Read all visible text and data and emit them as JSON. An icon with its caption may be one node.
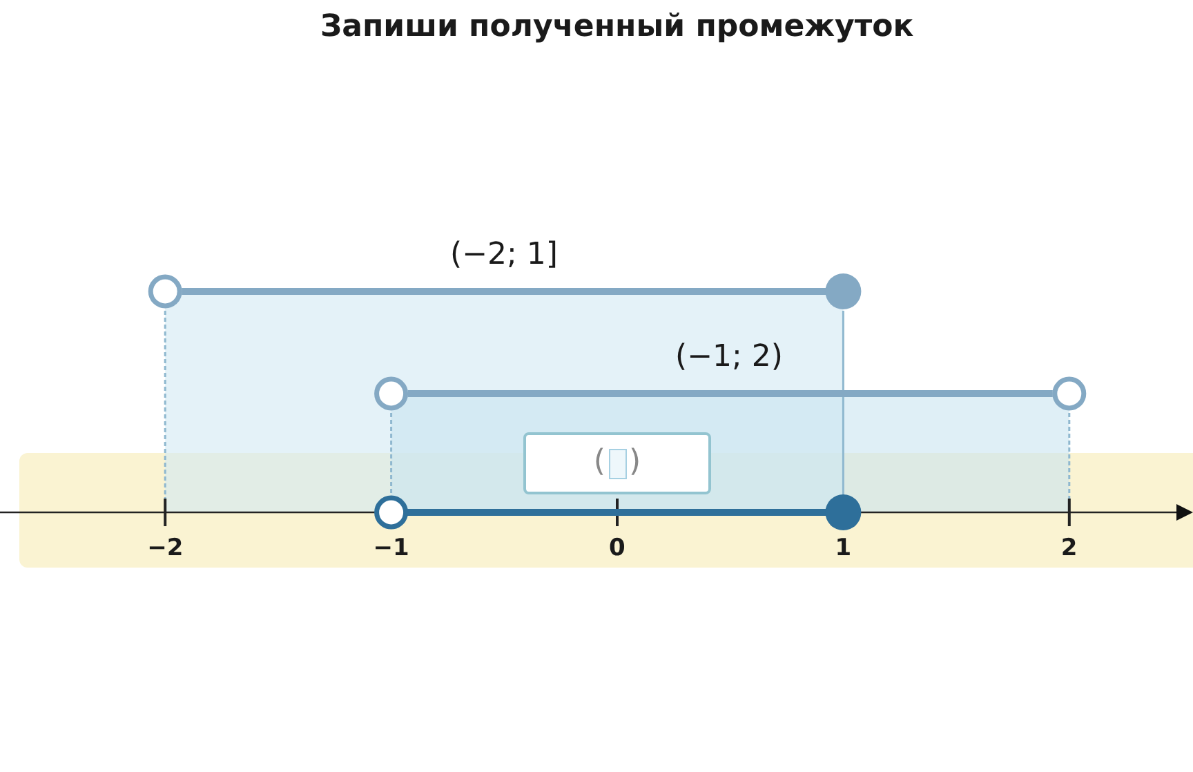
{
  "diagram": {
    "title": "Запиши полученный промежуток",
    "nodes": [
      {
        "text": [
          "(",
          ")"
        ]
      }
    ],
    "labels": [
      "(−2; 1]",
      "(−1; 2)",
      "−2",
      "−1",
      "0",
      "1",
      "2"
    ]
  }
}
